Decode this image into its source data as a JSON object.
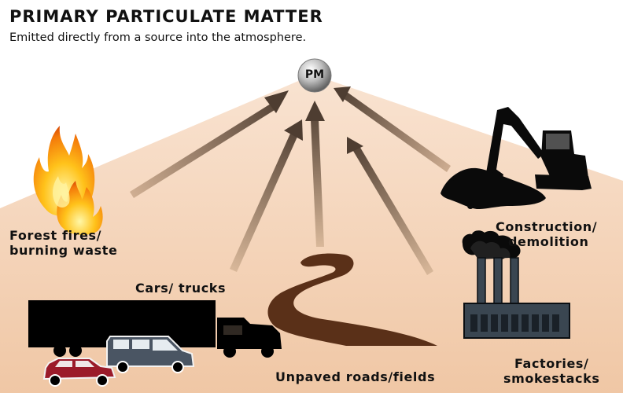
{
  "header": {
    "title": "PRIMARY PARTICULATE MATTER",
    "subtitle": "Emitted directly from a source into the atmosphere."
  },
  "center": {
    "label": "PM"
  },
  "sources": {
    "forest_fires": {
      "line1": "Forest fires/",
      "line2": "burning waste"
    },
    "construction": {
      "line1": "Construction/",
      "line2": "demolition"
    },
    "cars": {
      "label": "Cars/ trucks"
    },
    "roads": {
      "label": "Unpaved roads/fields"
    },
    "factories": {
      "line1": "Factories/",
      "line2": "smokestacks"
    }
  },
  "colors": {
    "background_gradient_top": "#f7dcc6",
    "background_gradient_bottom": "#f1c9a8",
    "arrow_dark": "#5c4a3c",
    "road": "#5a3018",
    "truck": "#000000",
    "van": "#4a5563",
    "car": "#9b1b2a",
    "factory": "#3a4651"
  }
}
